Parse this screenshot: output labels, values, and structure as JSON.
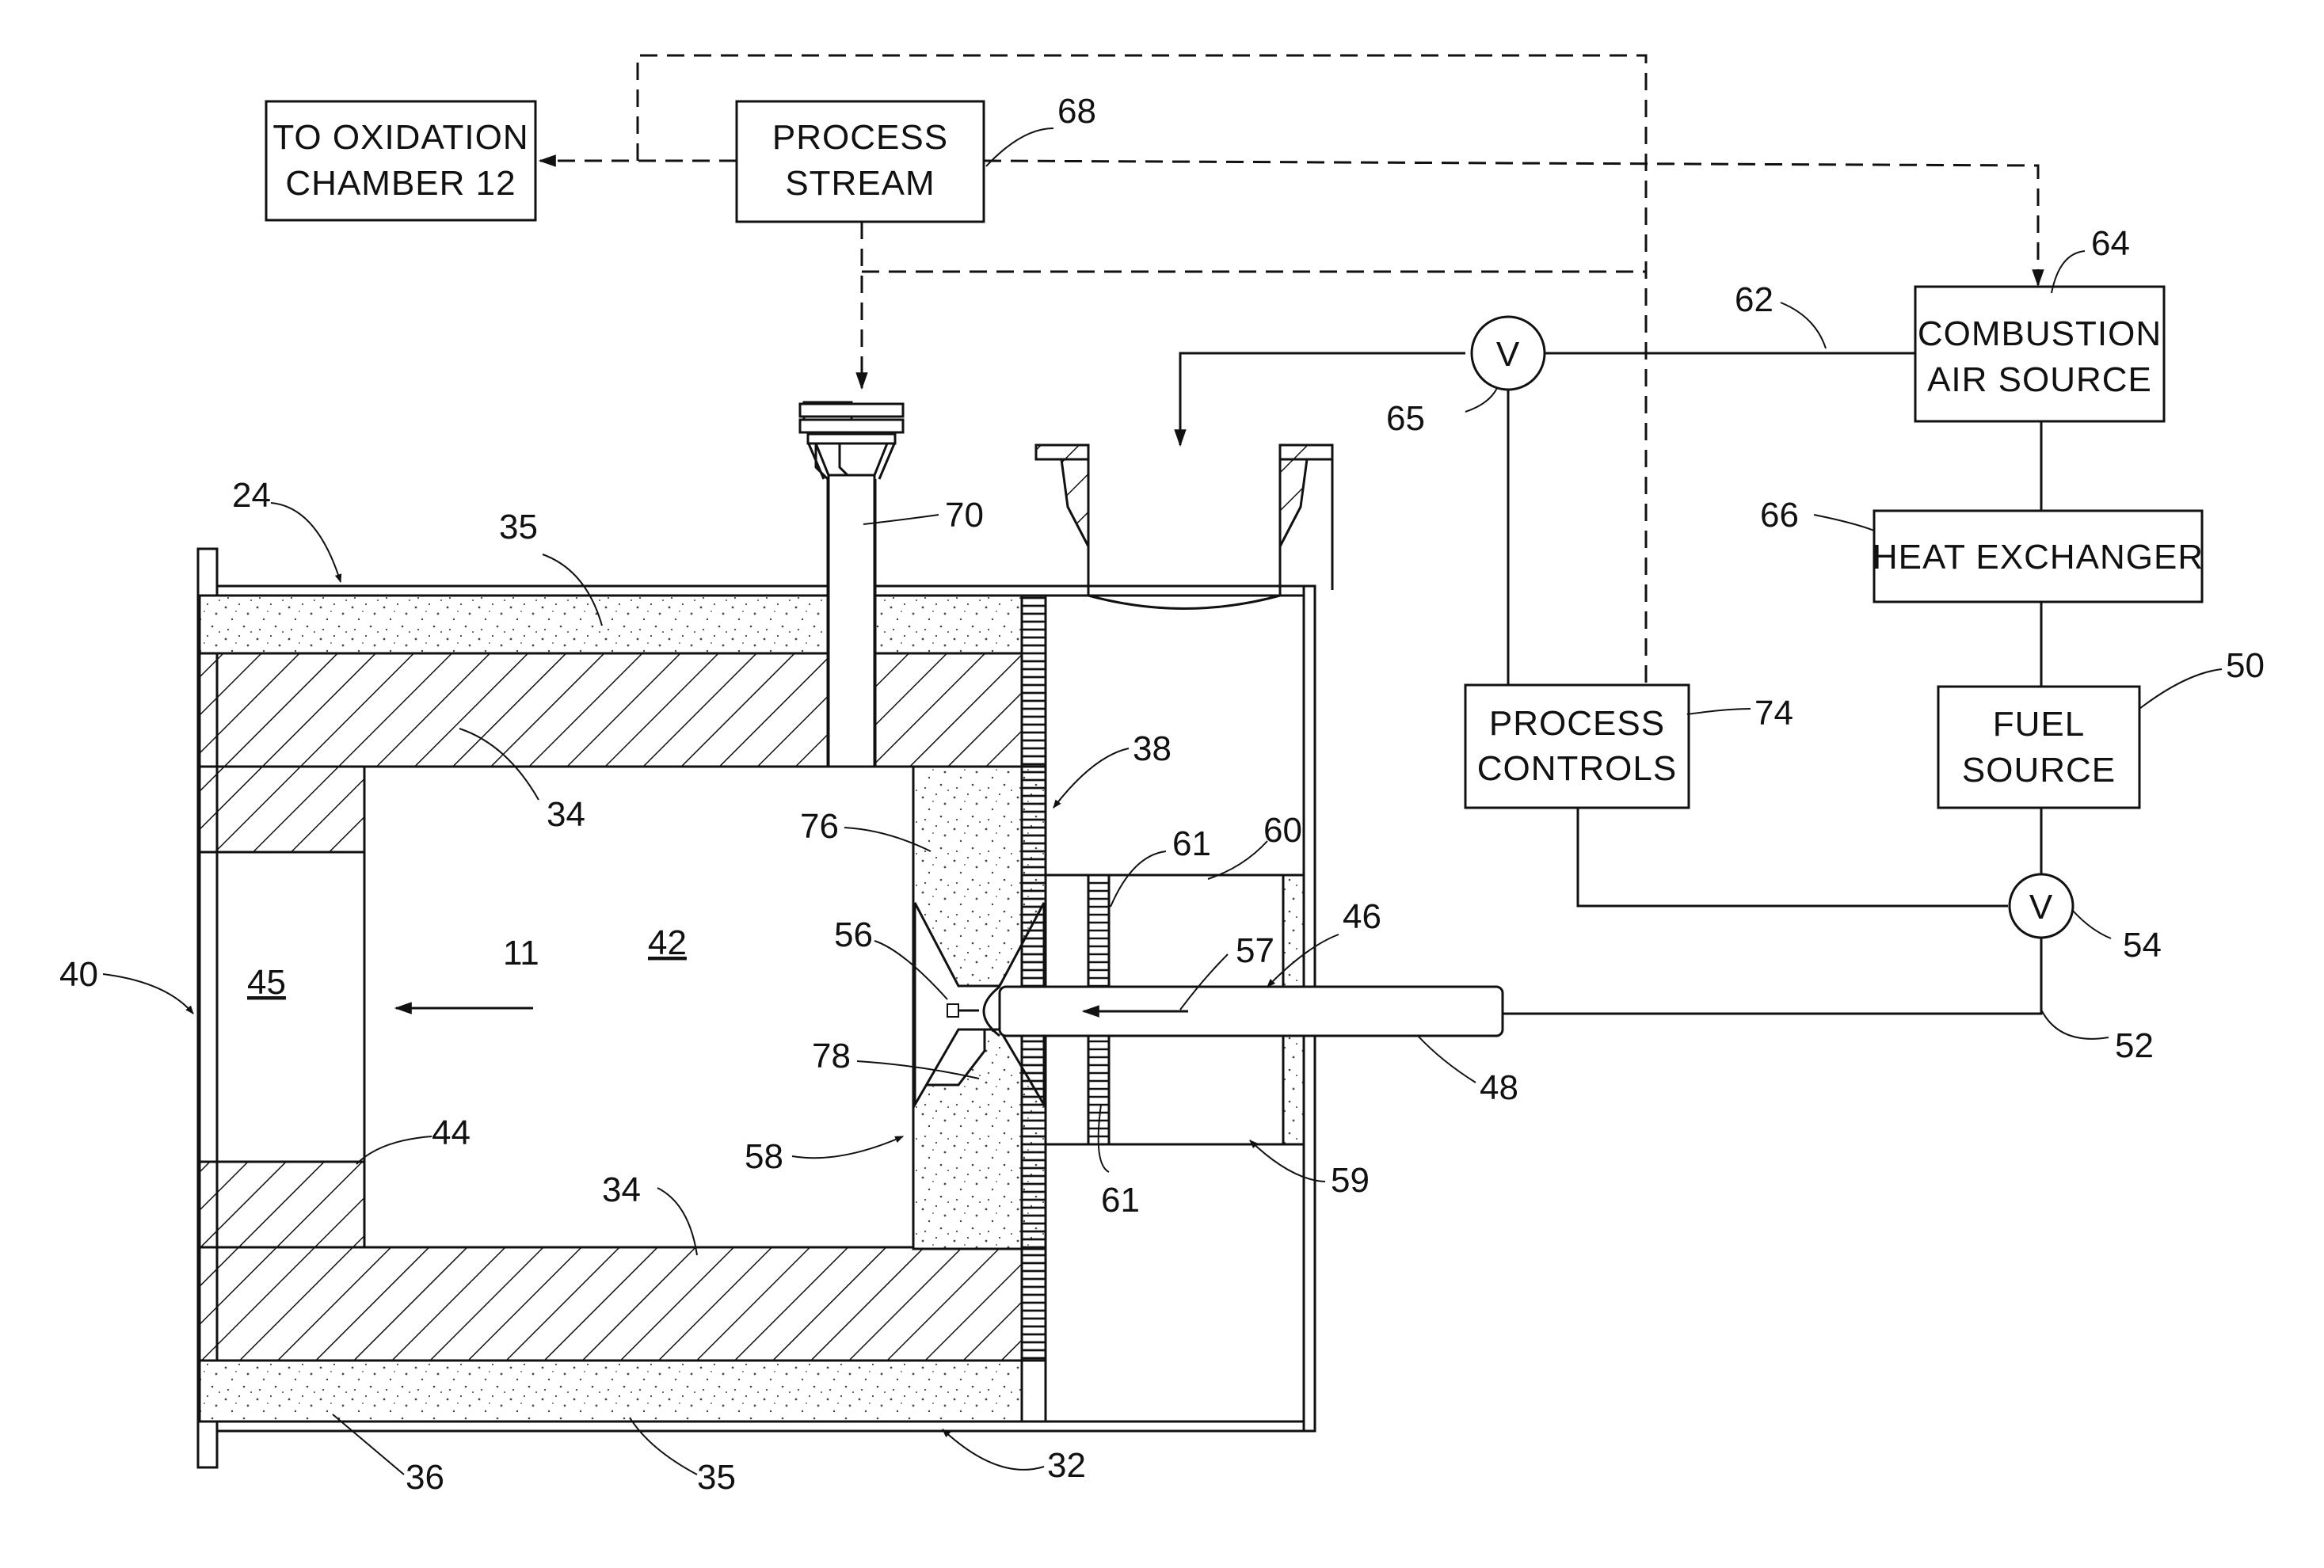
{
  "blocks": {
    "oxidation": {
      "line1": "TO OXIDATION",
      "line2": "CHAMBER 12"
    },
    "process_stream": {
      "line1": "PROCESS",
      "line2": "STREAM"
    },
    "combustion_air": {
      "line1": "COMBUSTION",
      "line2": "AIR SOURCE"
    },
    "heat_exchanger": {
      "line1": "HEAT EXCHANGER"
    },
    "fuel_source": {
      "line1": "FUEL",
      "line2": "SOURCE"
    },
    "process_controls": {
      "line1": "PROCESS",
      "line2": "CONTROLS"
    }
  },
  "valves": {
    "v65": "V",
    "v54": "V"
  },
  "refs": {
    "r68": "68",
    "r64": "64",
    "r62": "62",
    "r65": "65",
    "r66": "66",
    "r50": "50",
    "r74": "74",
    "r70": "70",
    "r24": "24",
    "r35a": "35",
    "r34a": "34",
    "r38": "38",
    "r76": "76",
    "r61a": "61",
    "r60": "60",
    "r46": "46",
    "r56": "56",
    "r57": "57",
    "r42": "42",
    "r11": "11",
    "r45": "45",
    "r40": "40",
    "r54": "54",
    "r52": "52",
    "r48": "48",
    "r78": "78",
    "r44": "44",
    "r58": "58",
    "r34b": "34",
    "r61b": "61",
    "r59": "59",
    "r36": "36",
    "r35b": "35",
    "r32": "32"
  }
}
